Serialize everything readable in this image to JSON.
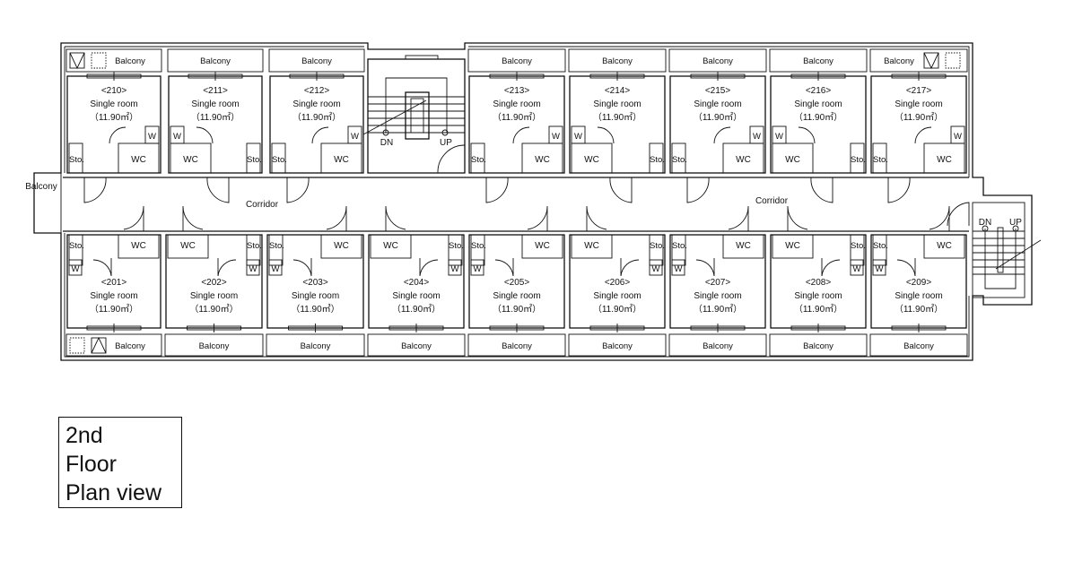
{
  "plan": {
    "top_rooms": [
      {
        "number": "<210>",
        "type": "Single room",
        "area": "（11.90㎡）",
        "wc": "WC",
        "w": "W",
        "sto": "Sto.",
        "balcony": "Balcony"
      },
      {
        "number": "<211>",
        "type": "Single room",
        "area": "（11.90㎡）",
        "wc": "WC",
        "w": "W",
        "sto": "Sto.",
        "balcony": "Balcony"
      },
      {
        "number": "<212>",
        "type": "Single room",
        "area": "（11.90㎡）",
        "wc": "WC",
        "w": "W",
        "sto": "Sto.",
        "balcony": "Balcony"
      },
      {
        "number": "<213>",
        "type": "Single room",
        "area": "（11.90㎡）",
        "wc": "WC",
        "w": "W",
        "sto": "Sto.",
        "balcony": "Balcony"
      },
      {
        "number": "<214>",
        "type": "Single room",
        "area": "（11.90㎡）",
        "wc": "WC",
        "w": "W",
        "sto": "Sto.",
        "balcony": "Balcony"
      },
      {
        "number": "<215>",
        "type": "Single room",
        "area": "（11.90㎡）",
        "wc": "WC",
        "w": "W",
        "sto": "Sto.",
        "balcony": "Balcony"
      },
      {
        "number": "<216>",
        "type": "Single room",
        "area": "（11.90㎡）",
        "wc": "WC",
        "w": "W",
        "sto": "Sto.",
        "balcony": "Balcony"
      },
      {
        "number": "<217>",
        "type": "Single room",
        "area": "（11.90㎡）",
        "wc": "WC",
        "w": "W",
        "sto": "Sto.",
        "balcony": "Balcony"
      }
    ],
    "bottom_rooms": [
      {
        "number": "<201>",
        "type": "Single room",
        "area": "（11.90㎡）",
        "wc": "WC",
        "w": "W",
        "sto": "Sto.",
        "balcony": "Balcony"
      },
      {
        "number": "<202>",
        "type": "Single room",
        "area": "（11.90㎡）",
        "wc": "WC",
        "w": "W",
        "sto": "Sto.",
        "balcony": "Balcony"
      },
      {
        "number": "<203>",
        "type": "Single room",
        "area": "（11.90㎡）",
        "wc": "WC",
        "w": "W",
        "sto": "Sto.",
        "balcony": "Balcony"
      },
      {
        "number": "<204>",
        "type": "Single room",
        "area": "（11.90㎡）",
        "wc": "WC",
        "w": "W",
        "sto": "Sto.",
        "balcony": "Balcony"
      },
      {
        "number": "<205>",
        "type": "Single room",
        "area": "（11.90㎡）",
        "wc": "WC",
        "w": "W",
        "sto": "Sto.",
        "balcony": "Balcony"
      },
      {
        "number": "<206>",
        "type": "Single room",
        "area": "（11.90㎡）",
        "wc": "WC",
        "w": "W",
        "sto": "Sto.",
        "balcony": "Balcony"
      },
      {
        "number": "<207>",
        "type": "Single room",
        "area": "（11.90㎡）",
        "wc": "WC",
        "w": "W",
        "sto": "Sto.",
        "balcony": "Balcony"
      },
      {
        "number": "<208>",
        "type": "Single room",
        "area": "（11.90㎡）",
        "wc": "WC",
        "w": "W",
        "sto": "Sto.",
        "balcony": "Balcony"
      },
      {
        "number": "<209>",
        "type": "Single room",
        "area": "（11.90㎡）",
        "wc": "WC",
        "w": "W",
        "sto": "Sto.",
        "balcony": "Balcony"
      }
    ],
    "corridor_labels": [
      "Corridor",
      "Corridor"
    ],
    "side_balcony": "Balcony",
    "stairs": {
      "down": "DN",
      "up": "UP"
    }
  },
  "title": {
    "line1": "2nd",
    "line2": "Floor",
    "line3": "Plan view"
  }
}
